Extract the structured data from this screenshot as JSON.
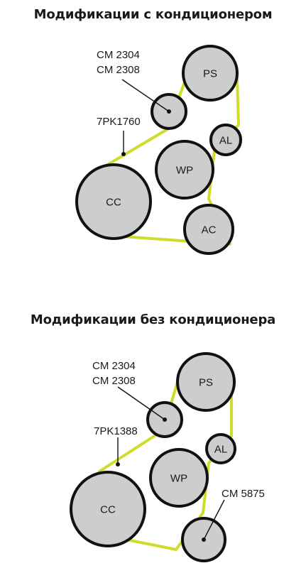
{
  "section_top": {
    "title": "Модификации с кондиционером",
    "belt_code": "7PK1760",
    "tensioner_codes": [
      "CM 2304",
      "CM 2308"
    ],
    "pulleys": {
      "ps": "PS",
      "al": "AL",
      "wp": "WP",
      "cc": "CC",
      "ac": "AC"
    }
  },
  "section_bottom": {
    "title": "Модификации без кондиционера",
    "belt_code": "7PK1388",
    "tensioner_codes": [
      "CM 2304",
      "CM 2308"
    ],
    "idler_code": "CM 5875",
    "pulleys": {
      "ps": "PS",
      "al": "AL",
      "wp": "WP",
      "cc": "CC"
    }
  },
  "colors": {
    "belt": "#cfdc2a",
    "pulley_fill": "#cdcdcd",
    "pulley_stroke": "#111111"
  }
}
